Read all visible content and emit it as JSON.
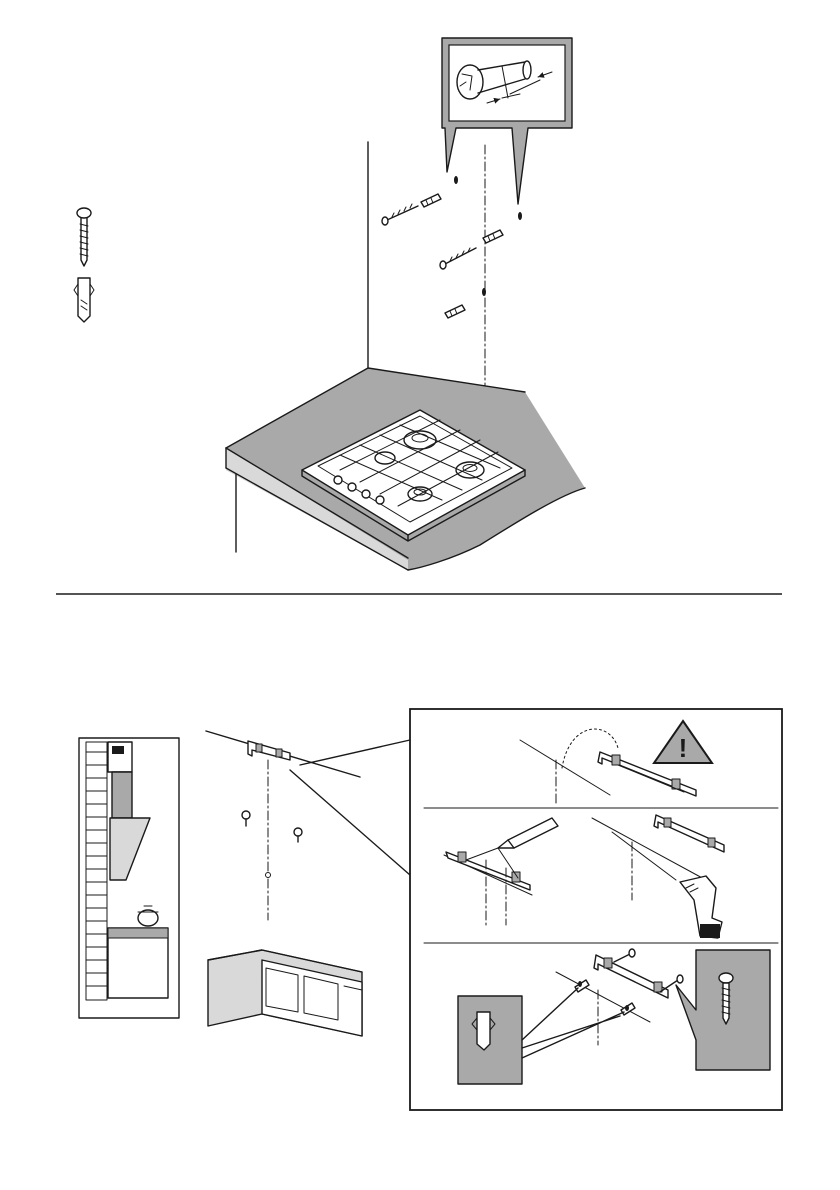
{
  "figures": [
    {
      "id": "hob-wall-drilling",
      "parts": [
        "wall-plug-fixing-detail",
        "screw",
        "wall-plug",
        "hob-on-worktop"
      ]
    },
    {
      "id": "bracket-installation",
      "parts": [
        "kitchen-elevation",
        "wall-bracket-position",
        "marking-bracket-holes",
        "drilling-holes",
        "fixing-bracket-with-screws"
      ]
    }
  ],
  "icons": {
    "warning": "warning-triangle-icon",
    "warning_glyph": "!",
    "drill": "drill-icon",
    "pencil": "pencil-icon",
    "screw": "screw-icon",
    "wall_plug": "wall-plug-icon"
  },
  "colors": {
    "line": "#1a1a1a",
    "panel_gray": "#a9a9a9",
    "worktop_gray": "#a9a9a9",
    "background": "#ffffff"
  }
}
